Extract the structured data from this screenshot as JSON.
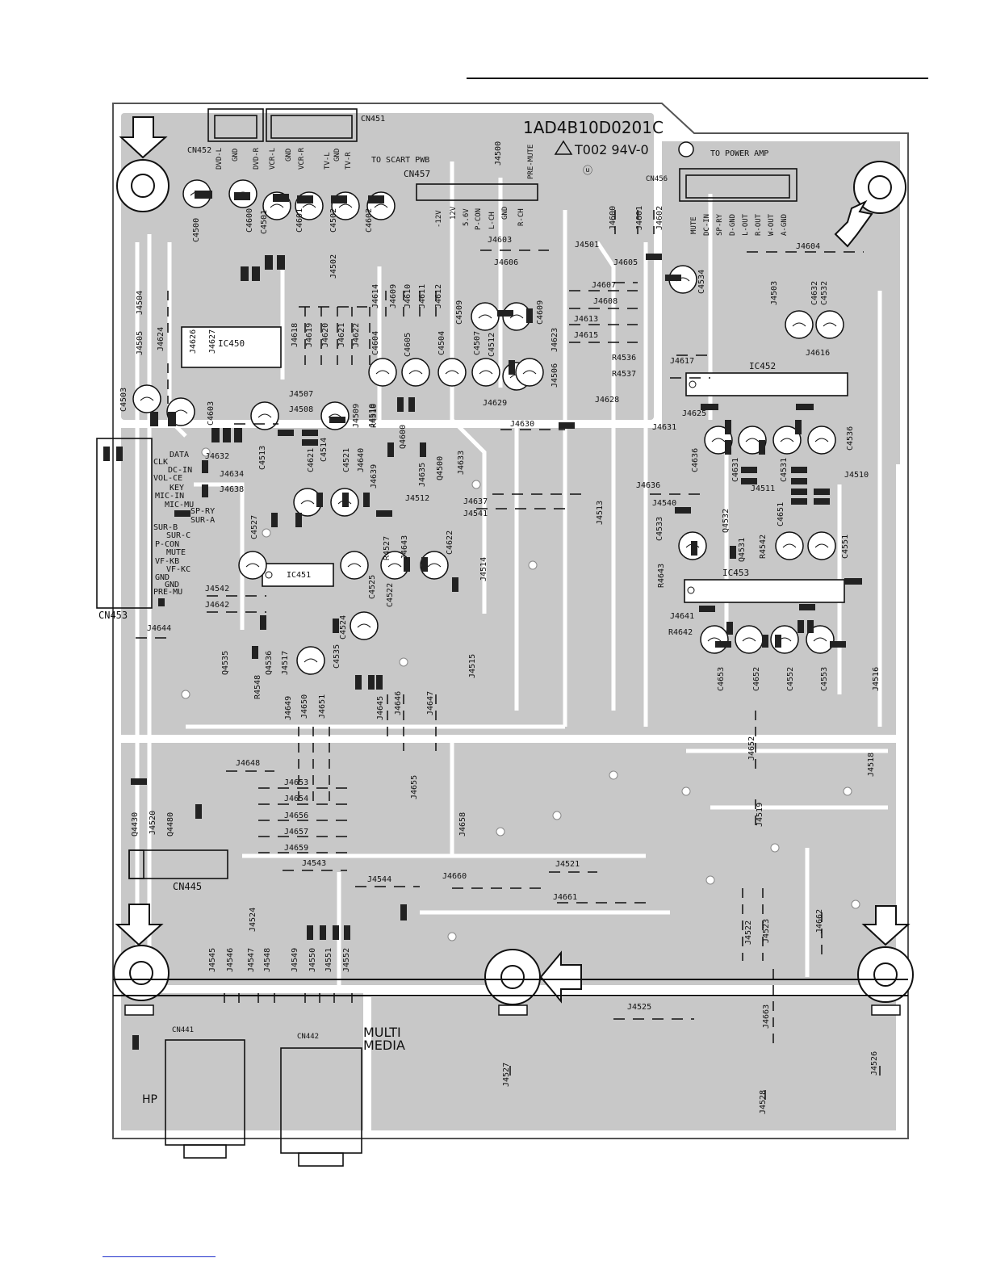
{
  "board": {
    "part_number": "1AD4B10D0201C",
    "cert_text": "T002 94V-0",
    "to_power_amp": "TO POWER AMP",
    "to_scart": "TO SCART PWB",
    "multi": "MULTI",
    "media": "MEDIA",
    "hp": "HP"
  },
  "colors": {
    "copper": "#c8c8c8",
    "silk": "#111111",
    "paper": "#ffffff",
    "link": "#2233cc"
  },
  "connectors": {
    "cn452": "CN452",
    "cn451": "CN451",
    "cn457": "CN457",
    "cn456": "CN456",
    "cn453": "CN453",
    "cn445": "CN445",
    "cn441": "CN441",
    "cn442": "CN442"
  },
  "ics": {
    "ic450": "IC450",
    "ic451": "IC451",
    "ic452": "IC452",
    "ic453": "IC453"
  },
  "cn451_pins": [
    "DVD-L",
    "GND",
    "DVD-R",
    "VCR-L",
    "GND",
    "VCR-R",
    "TV-L",
    "GND",
    "TV-R"
  ],
  "cn457_pins": [
    "-12V",
    "12V",
    "5.6V",
    "P-CON",
    "L-CH",
    "GND",
    "R-CH"
  ],
  "cn456_pins": [
    "MUTE",
    "DC-IN",
    "SP-RY",
    "D-GND",
    "L-OUT",
    "R-OUT",
    "W-OUT",
    "A-GND"
  ],
  "cn453_pins": [
    "DATA",
    "CLK",
    "DC-IN",
    "VOL-CE",
    "KEY",
    "MIC-IN",
    "MIC-MU",
    "SP-RY",
    "SUR-A",
    "SUR-B",
    "SUR-C",
    "P-CON",
    "MUTE",
    "VF-KB",
    "VF-KC",
    "GND",
    "GND",
    "PRE-MU"
  ],
  "pre_mute": "PRE-MUTE",
  "labels_h": [
    "J4603",
    "J4606",
    "J4501",
    "J4605",
    "J4607",
    "J4608",
    "J4613",
    "J4615",
    "R4536",
    "R4537",
    "J4617",
    "J4604",
    "J4507",
    "J4508",
    "J4629",
    "J4628",
    "J4630",
    "J4631",
    "J4625",
    "J4632",
    "J4634",
    "J4638",
    "J4512",
    "J4637",
    "J4541",
    "J4636",
    "J4540",
    "J4542",
    "J4642",
    "J4644",
    "J4641",
    "R4642",
    "J4511",
    "J4510",
    "J4648",
    "J4653",
    "J4654",
    "J4656",
    "J4657",
    "J4659",
    "J4543",
    "J4544",
    "J4660",
    "J4521",
    "J4661",
    "J4525",
    "J4616"
  ],
  "labels_v": [
    "J4500",
    "J4600",
    "J4601",
    "J4602",
    "J4502",
    "J4504",
    "J4505",
    "J4624",
    "J4626",
    "J4627",
    "J4618",
    "J4619",
    "J4620",
    "J4621",
    "J4622",
    "J4614",
    "J4609",
    "J4610",
    "J4611",
    "J4612",
    "J4623",
    "J4506",
    "J4510",
    "J4509",
    "J4639",
    "J4640",
    "J4643",
    "J4513",
    "J4514",
    "J4515",
    "J4646",
    "J4647",
    "J4645",
    "J4649",
    "J4650",
    "J4651",
    "J4655",
    "J4658",
    "J4652",
    "J4519",
    "J4518",
    "J4516",
    "J4503",
    "J4517",
    "J4520",
    "J4522",
    "J4523",
    "J4662",
    "J4663",
    "J4524",
    "J4545",
    "J4546",
    "J4547",
    "J4548",
    "J4549",
    "J4550",
    "J4551",
    "J4552",
    "J4526",
    "J4527",
    "J4528",
    "J4635",
    "J4633"
  ],
  "caps": [
    "C4500",
    "C4600",
    "C4501",
    "C4601",
    "C4502",
    "C4602",
    "C4503",
    "C4603",
    "C4604",
    "C4605",
    "C4504",
    "C4509",
    "C4507",
    "C4512",
    "C4609",
    "C4534",
    "C4632",
    "C4532",
    "C4513",
    "C4514",
    "C4621",
    "C4521",
    "C4636",
    "C4536",
    "C4631",
    "C4531",
    "C4527",
    "C4525",
    "C4522",
    "C4622",
    "C4533",
    "C4651",
    "C4551",
    "C4524",
    "C4535",
    "C4653",
    "C4652",
    "C4552",
    "C4553"
  ],
  "transistors": [
    "Q4600",
    "Q4500",
    "Q4532",
    "Q4531",
    "Q4535",
    "Q4536",
    "Q4430",
    "Q4480"
  ],
  "resistors_misc": [
    "R4510",
    "R4527",
    "R4643",
    "R4542",
    "R4548"
  ]
}
